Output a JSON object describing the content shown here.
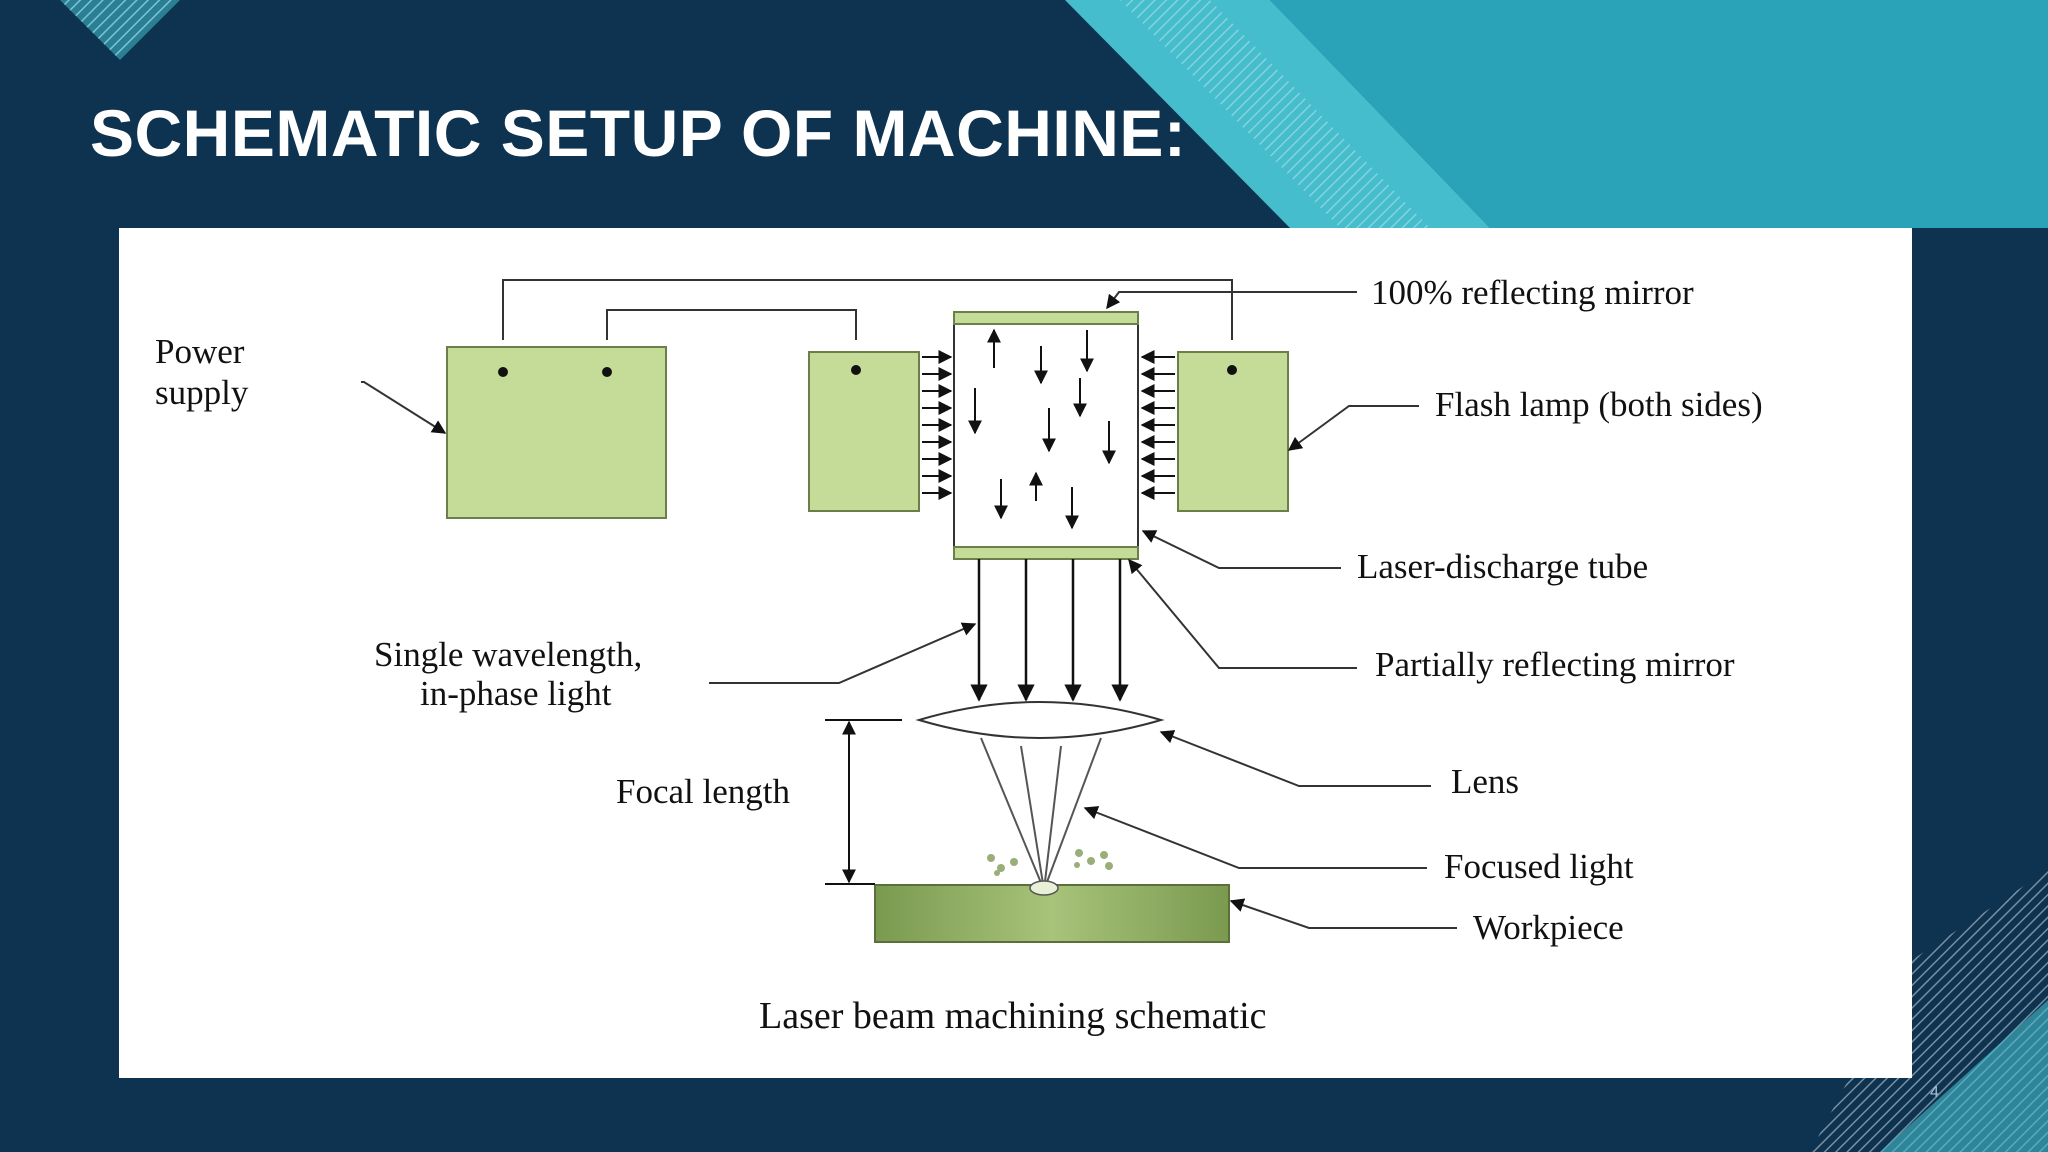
{
  "slide": {
    "title": "SCHEMATIC SETUP OF MACHINE:",
    "page_number": "4",
    "colors": {
      "background": "#0d3350",
      "accent_teal": "#2aa3b8",
      "accent_light": "#45bdcc",
      "component_green": "#c4dc97",
      "workpiece_green": "#7e9a50"
    }
  },
  "diagram": {
    "caption": "Laser beam machining schematic",
    "labels": {
      "power_supply_line1": "Power",
      "power_supply_line2": "supply",
      "full_mirror": "100% reflecting mirror",
      "flash_lamp": "Flash lamp (both sides)",
      "discharge_tube": "Laser-discharge tube",
      "partial_mirror": "Partially reflecting mirror",
      "light_line1": "Single wavelength,",
      "light_line2": "in-phase light",
      "lens": "Lens",
      "focal_length": "Focal length",
      "focused_light": "Focused light",
      "workpiece": "Workpiece"
    }
  }
}
